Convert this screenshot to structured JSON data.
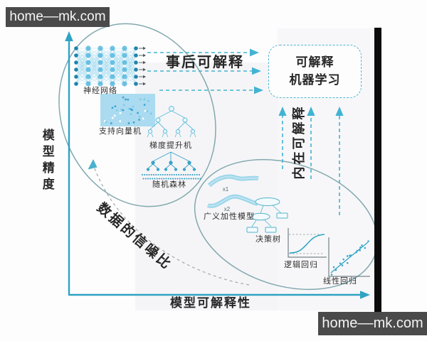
{
  "watermark": {
    "text": "home––mk.com"
  },
  "axes": {
    "y_label": "模型精度",
    "x_label": "模型可解释性"
  },
  "annotations": {
    "posthoc": "事后可解释",
    "intrinsic": "内在可解释",
    "snr": "数据的信噪比"
  },
  "goal_box": {
    "line1": "可解释",
    "line2": "机器学习"
  },
  "models": {
    "complex": {
      "neural_network": "神经网络",
      "svm": "支持向量机",
      "gbm": "梯度提升机",
      "random_forest": "随机森林"
    },
    "interpretable": {
      "gam": "广义加性模型",
      "gam_f1": "x1",
      "gam_f2": "x2",
      "decision_tree": "决策树",
      "logistic_regression": "逻辑回归",
      "linear_regression": "线性回归"
    }
  },
  "colors": {
    "axis": "#2fa3c2",
    "dashed_arrow": "#43b3d2",
    "ellipse_stroke": "#82a9af",
    "ink": "#262626",
    "nn_blue": "#57b9de",
    "svm_fill": "#abdbf0",
    "watermark_bg": "#4a4a4a",
    "watermark_text": "#f5f5f5",
    "black_bar": "#0b0b0b"
  }
}
